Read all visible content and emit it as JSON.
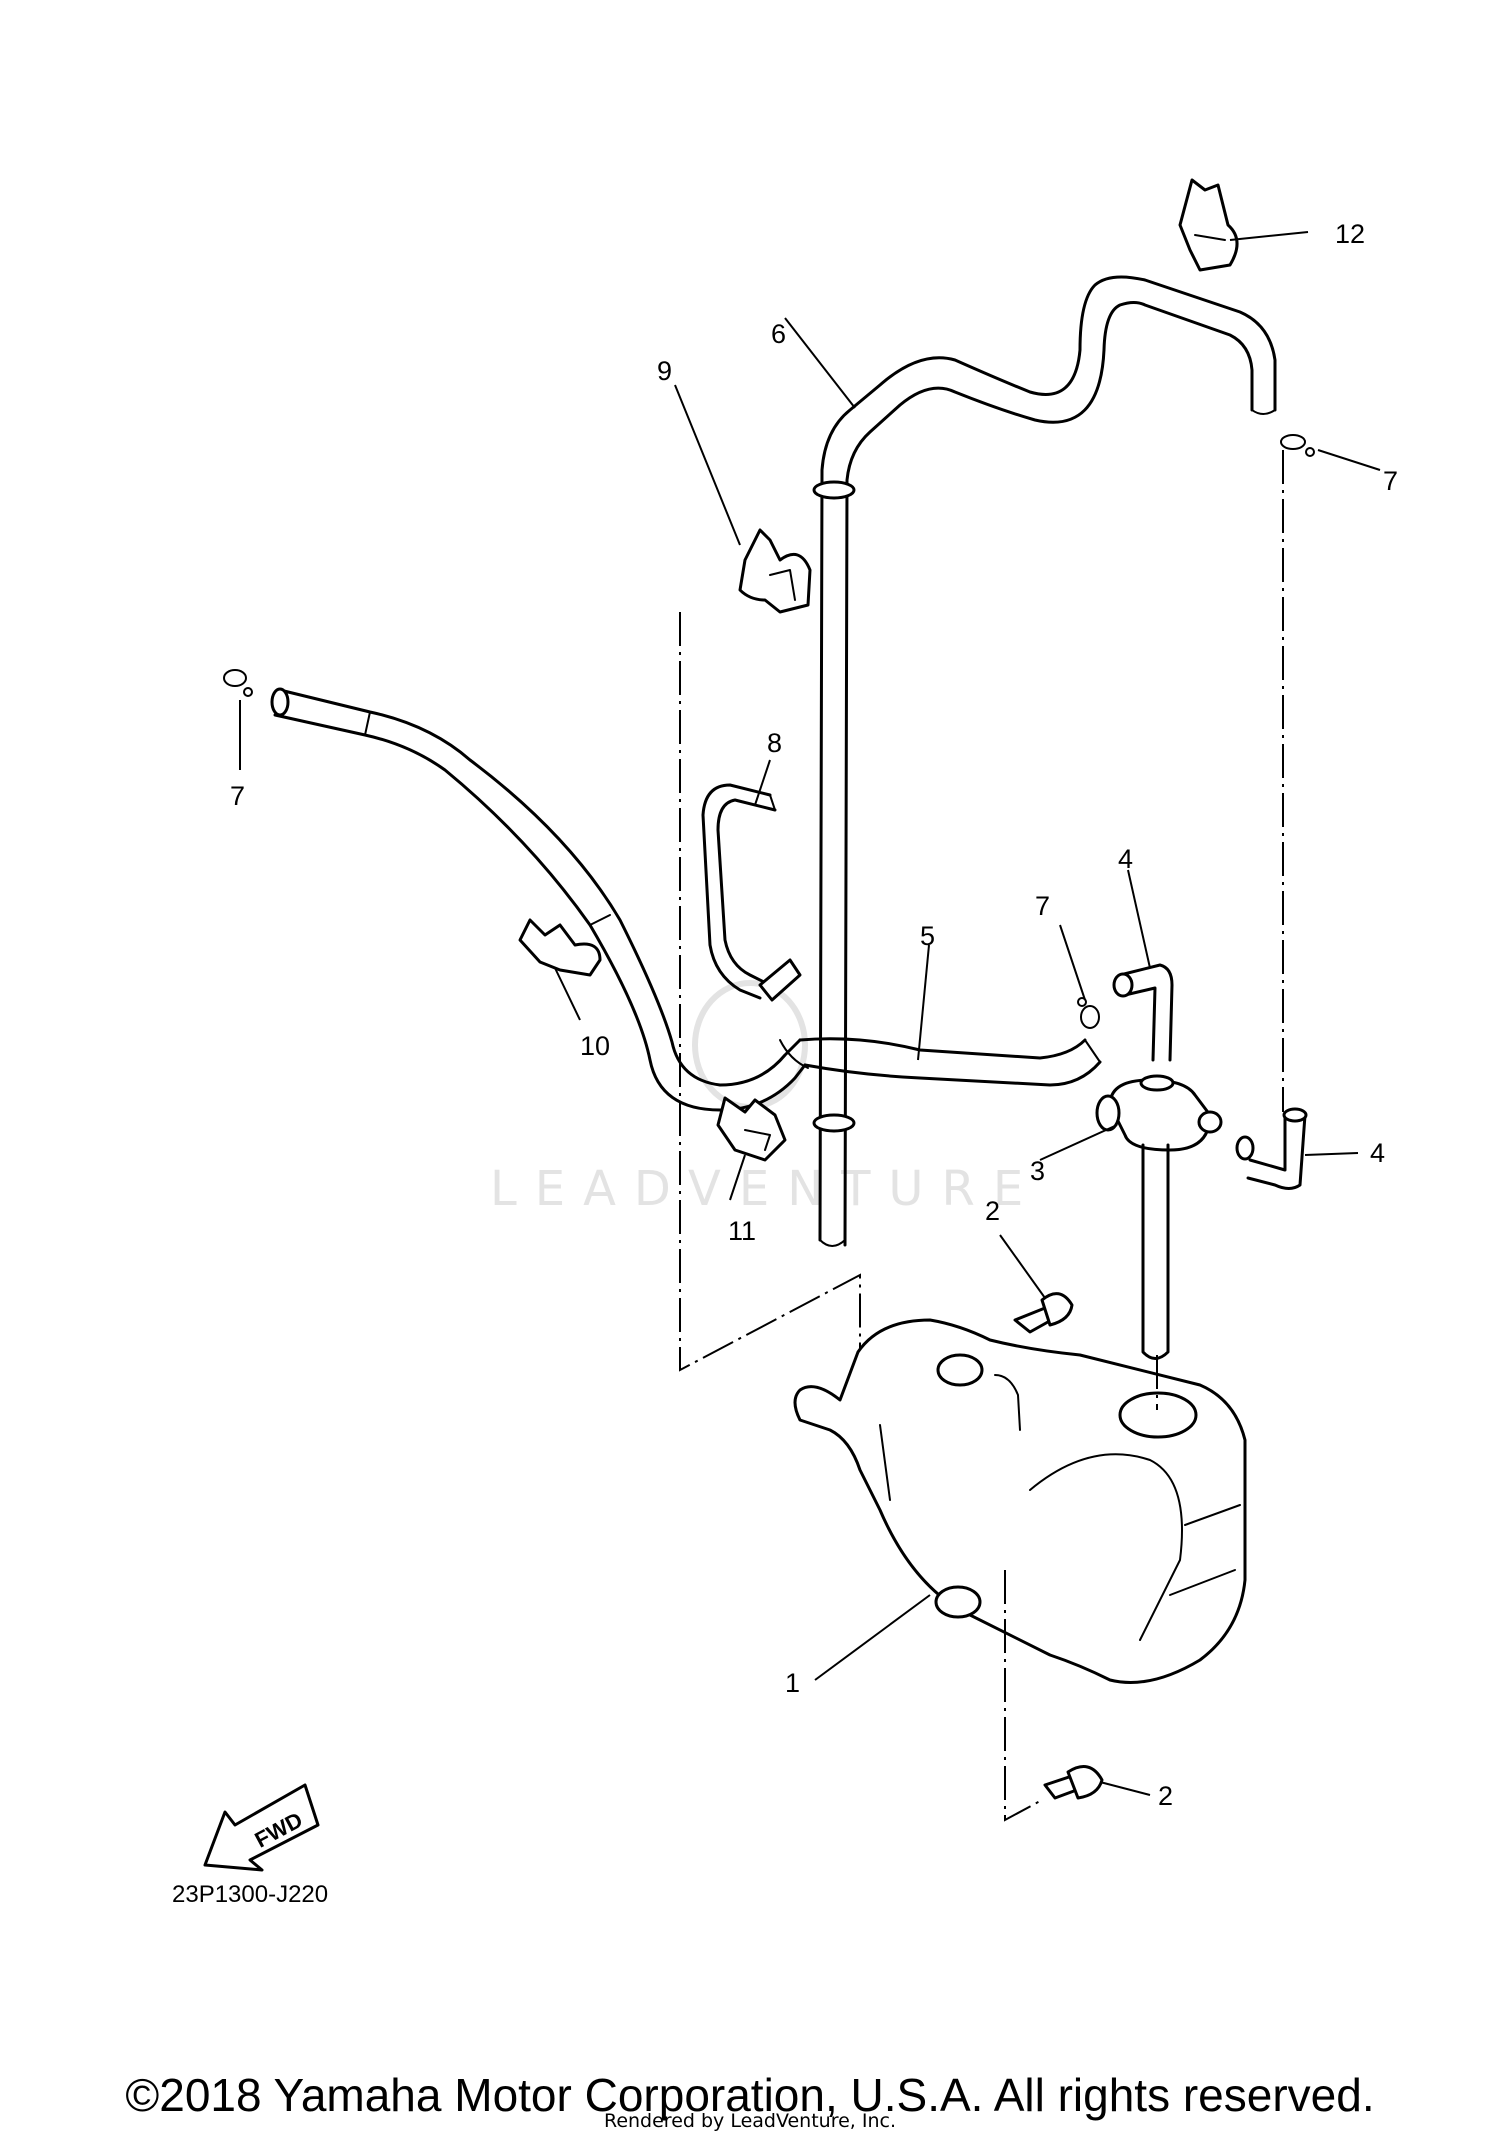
{
  "diagram": {
    "callouts": {
      "part1": "1",
      "part2_top": "2",
      "part2_bottom": "2",
      "part3": "3",
      "part4_top": "4",
      "part4_right": "4",
      "part5": "5",
      "part6": "6",
      "part7_right": "7",
      "part7_left": "7",
      "part7_mid": "7",
      "part8": "8",
      "part9": "9",
      "part10": "10",
      "part11": "11",
      "part12": "12"
    },
    "diagram_code": "23P1300-J220",
    "fwd_label": "FWD",
    "watermark": "LEADVENTURE"
  },
  "footer": {
    "copyright": "©2018 Yamaha Motor Corporation, U.S.A. All rights reserved.",
    "rendered_by": "Rendered by LeadVenture, Inc."
  }
}
